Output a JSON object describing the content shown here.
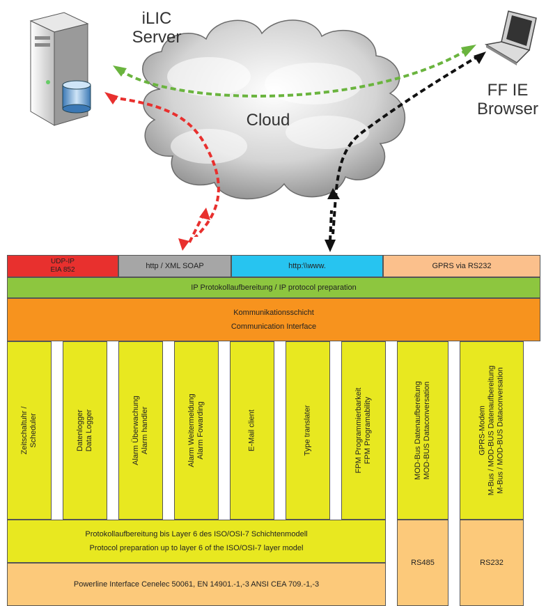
{
  "labels": {
    "server": [
      "iLIC",
      "Server"
    ],
    "cloud": "Cloud",
    "browser": [
      "FF IE",
      "Browser"
    ]
  },
  "protocols": {
    "udp": [
      "UDP-IP",
      "EIA 852"
    ],
    "http_soap": "http / XML SOAP",
    "http_www": "http:\\\\www.",
    "gprs": "GPRS via RS232"
  },
  "ip_prep": "IP Protokollaufbereitung / IP protocol preparation",
  "comm": [
    "Kommunikationsschicht",
    "Communication Interface"
  ],
  "modules": [
    [
      "Zeitschaltuhr /",
      "Scheduler"
    ],
    [
      "Datenlogger",
      "Data Logger"
    ],
    [
      "Alarm Überwachung",
      "Alarm handler"
    ],
    [
      "Alarm Weitermeldung",
      "Alarm Fowarding"
    ],
    [
      "E-Mail client"
    ],
    [
      "Type translater"
    ],
    [
      "FPM Programmierbarkeit",
      "FPM Programability"
    ]
  ],
  "modbus": [
    "MOD-Bus Datenaufbereitung",
    "MOD-BUS Dataconversation"
  ],
  "gprs_modem": [
    "GPRS-Modem",
    "M-Bus / MOD-BUS  Datenaufbereitung",
    "M-Bus / MOD-BUS Dataconversation"
  ],
  "protocol_layer": [
    "Protokollaufbereitung bis Layer 6 des ISO/OSI-7 Schichtenmodell",
    "Protocol preparation up to layer 6 of the ISO/OSI-7 layer model"
  ],
  "powerline": "Powerline Interface Cenelec 50061, EN 14901.-1,-3 ANSI CEA 709.-1,-3",
  "rs485": "RS485",
  "rs232": "RS232",
  "colors": {
    "red": "#e8302e",
    "gray": "#a6a6a6",
    "cyan": "#27c4f0",
    "peach": "#fbc08c",
    "green": "#8dc63f",
    "orange": "#f7931e",
    "yellow": "#e8e820",
    "light_orange": "#fcc97a"
  }
}
